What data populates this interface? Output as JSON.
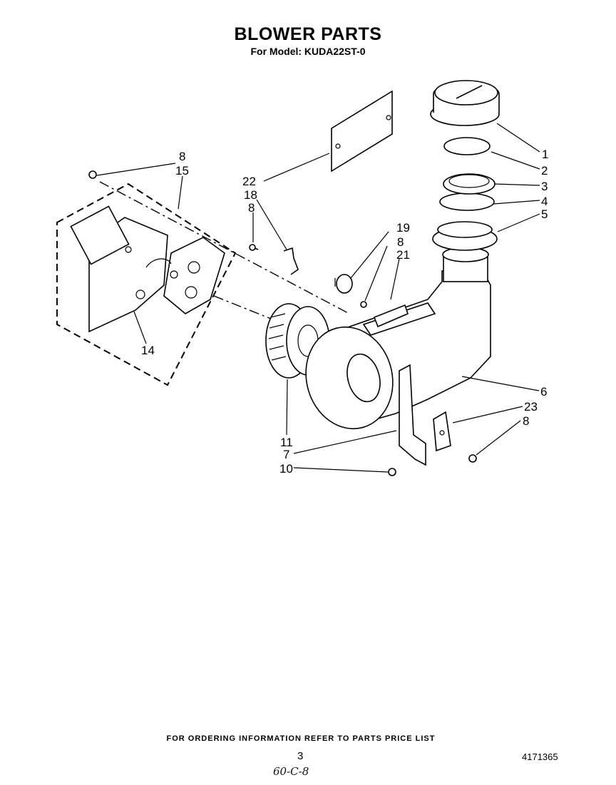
{
  "header": {
    "title": "BLOWER PARTS",
    "subtitle": "For Model: KUDA22ST-0"
  },
  "callouts": [
    {
      "id": "c8a",
      "label": "8"
    },
    {
      "id": "c15",
      "label": "15"
    },
    {
      "id": "c22",
      "label": "22"
    },
    {
      "id": "c18",
      "label": "18"
    },
    {
      "id": "c8b",
      "label": "8"
    },
    {
      "id": "c19",
      "label": "19"
    },
    {
      "id": "c8c",
      "label": "8"
    },
    {
      "id": "c21",
      "label": "21"
    },
    {
      "id": "c1",
      "label": "1"
    },
    {
      "id": "c2",
      "label": "2"
    },
    {
      "id": "c3",
      "label": "3"
    },
    {
      "id": "c4",
      "label": "4"
    },
    {
      "id": "c5",
      "label": "5"
    },
    {
      "id": "c14",
      "label": "14"
    },
    {
      "id": "c6",
      "label": "6"
    },
    {
      "id": "c23",
      "label": "23"
    },
    {
      "id": "c8d",
      "label": "8"
    },
    {
      "id": "c11",
      "label": "11"
    },
    {
      "id": "c7",
      "label": "7"
    },
    {
      "id": "c10",
      "label": "10"
    }
  ],
  "footer": {
    "note": "FOR ORDERING INFORMATION REFER TO PARTS PRICE LIST",
    "page_number": "3",
    "doc_number": "4171365",
    "handwritten": "60-C-8"
  }
}
